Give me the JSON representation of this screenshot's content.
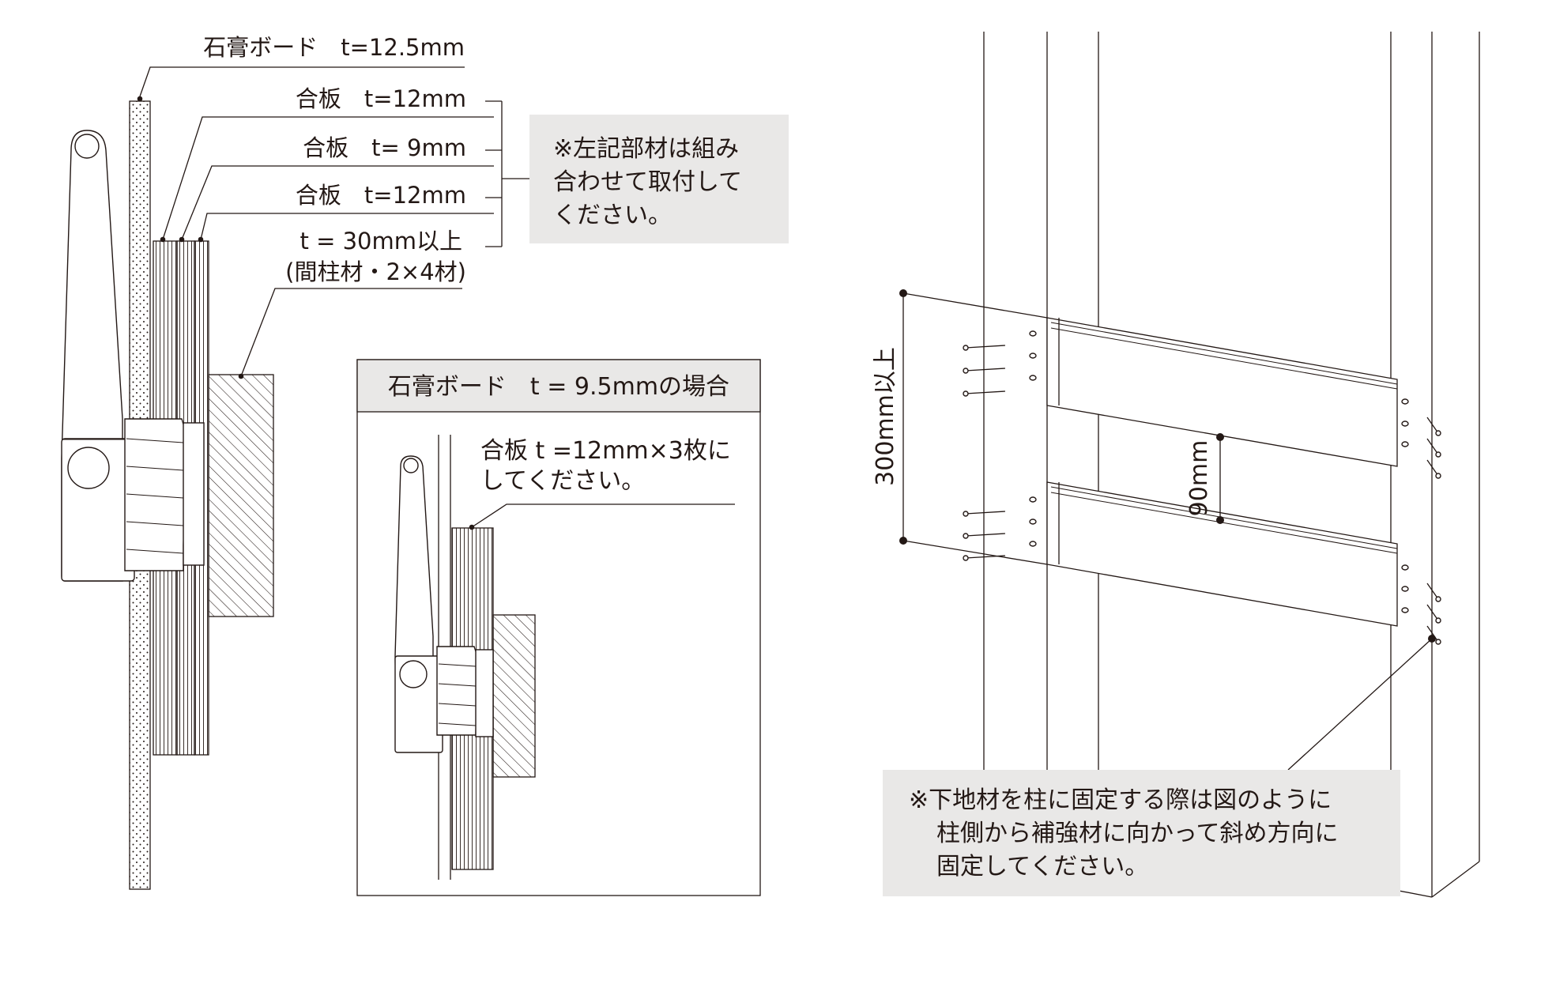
{
  "labels": {
    "gypsum_board": "石膏ボード　t=12.5mm",
    "plywood_1": "合板　t=12mm",
    "plywood_2": "合板　t=  9mm",
    "plywood_3": "合板　t=12mm",
    "stud": "t = 30mm以上",
    "stud_sub": "(間柱材・2×4材)"
  },
  "note_combine": [
    "※左記部材は組み",
    "合わせて取付して",
    "ください。"
  ],
  "inset": {
    "title": "石膏ボード　t = 9.5mmの場合",
    "note": [
      "合板 t =12mm×3枚に",
      "してください。"
    ]
  },
  "dimensions": {
    "height": "300mm以上",
    "gap": "90mm"
  },
  "note_fix": [
    "※下地材を柱に固定する際は図のように",
    "柱側から補強材に向かって斜め方向に",
    "固定してください。"
  ],
  "colors": {
    "line": "#231815",
    "note_bg": "#e9e8e7",
    "inset_bar": "#e9e8e7"
  }
}
